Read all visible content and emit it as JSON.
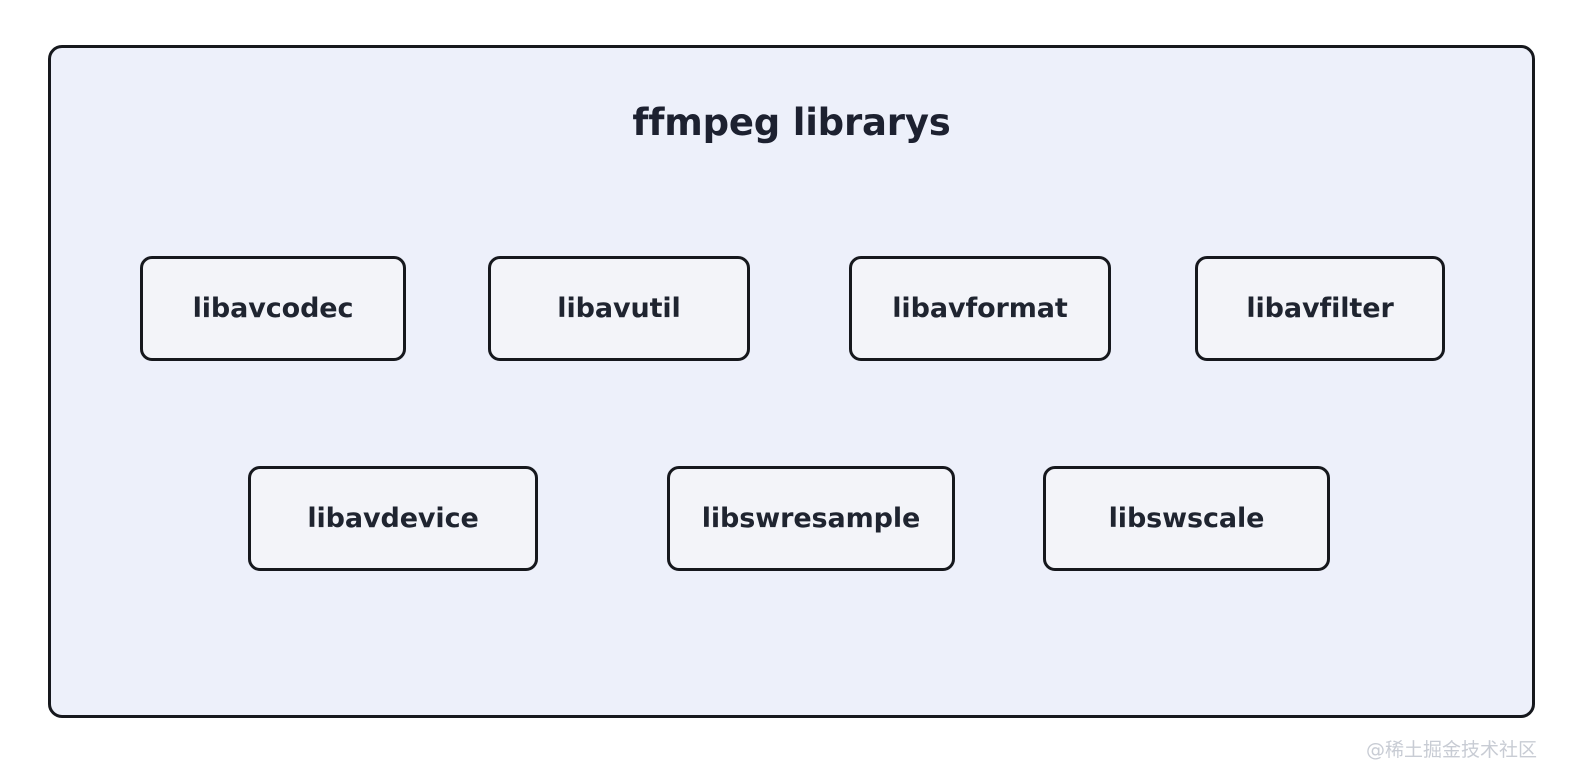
{
  "panel": {
    "title": "ffmpeg librarys",
    "background_color": "#edf0fa",
    "border_color": "#16181d"
  },
  "boxes": {
    "row1": [
      {
        "label": "libavcodec"
      },
      {
        "label": "libavutil"
      },
      {
        "label": "libavformat"
      },
      {
        "label": "libavfilter"
      }
    ],
    "row2": [
      {
        "label": "libavdevice"
      },
      {
        "label": "libswresample"
      },
      {
        "label": "libswscale"
      }
    ],
    "fill_color": "#f3f4f9",
    "border_color": "#16181d",
    "text_color": "#1f2430"
  },
  "watermark": {
    "text": "@稀土掘金技术社区",
    "color": "#c8ccd4"
  }
}
